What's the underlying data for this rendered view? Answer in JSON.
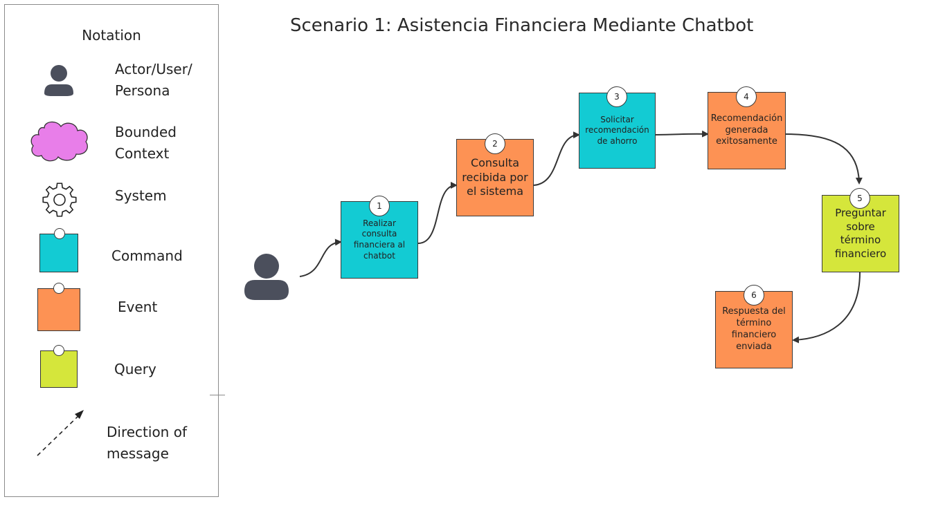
{
  "title": "Scenario 1: Asistencia Financiera Mediante Chatbot",
  "notation": {
    "title": "Notation",
    "items": [
      {
        "label_line1": "Actor/User/",
        "label_line2": "Persona",
        "icon": "person-icon"
      },
      {
        "label_line1": "Bounded",
        "label_line2": "Context",
        "icon": "cloud-icon",
        "color": "#e87ee9"
      },
      {
        "label_line1": "System",
        "icon": "gear-icon"
      },
      {
        "label_line1": "Command",
        "icon": "command-sticky-icon",
        "color": "#13cbd3"
      },
      {
        "label_line1": "Event",
        "icon": "event-sticky-icon",
        "color": "#fd9254"
      },
      {
        "label_line1": "Query",
        "icon": "query-sticky-icon",
        "color": "#d5e63b"
      },
      {
        "label_line1": "Direction of",
        "label_line2": "message",
        "icon": "dashed-arrow-icon"
      }
    ]
  },
  "flow": {
    "actor_icon": "person-icon",
    "steps": [
      {
        "number": "1",
        "text": "Realizar consulta financiera al chatbot",
        "kind": "Command"
      },
      {
        "number": "2",
        "text": "Consulta recibida por el sistema",
        "kind": "Event"
      },
      {
        "number": "3",
        "text": "Solicitar recomendación de ahorro",
        "kind": "Command"
      },
      {
        "number": "4",
        "text": "Recomendación generada exitosamente",
        "kind": "Event"
      },
      {
        "number": "5",
        "text": "Preguntar sobre término financiero",
        "kind": "Query"
      },
      {
        "number": "6",
        "text": "Respuesta del término financiero enviada",
        "kind": "Event"
      }
    ]
  },
  "colors": {
    "command": "#13cbd3",
    "event": "#fd9254",
    "query": "#d5e63b",
    "bounded_context": "#e87ee9",
    "actor": "#4b4f5c",
    "connector": "#333333"
  }
}
